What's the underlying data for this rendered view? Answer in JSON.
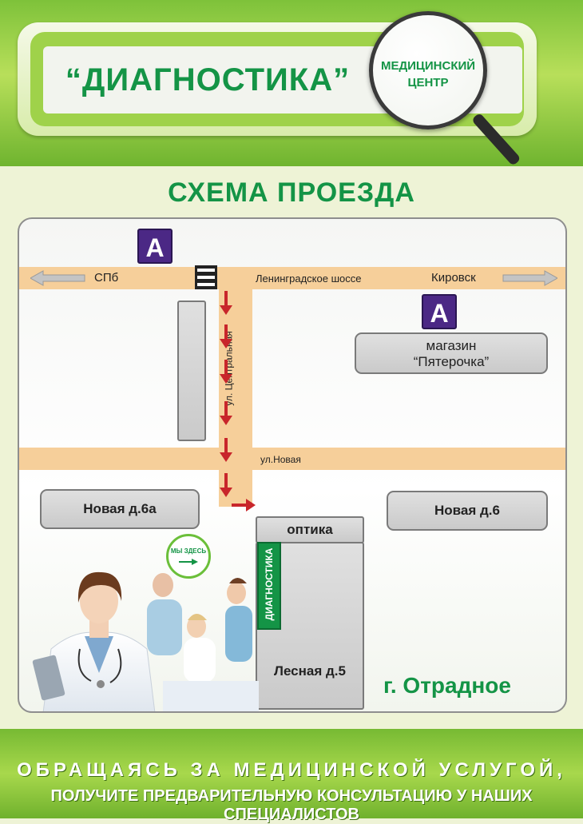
{
  "header": {
    "logo_title": "“ДИАГНОСТИКА”",
    "logo_subtitle_line1": "МЕДИЦИНСКИЙ",
    "logo_subtitle_line2": "ЦЕНТР"
  },
  "scheme_title": "СХЕМА ПРОЕЗДА",
  "map": {
    "roads": {
      "main_road_label": "Ленинградское шоссе",
      "central_street_label": "ул. Центральная",
      "new_street_label": "ул.Новая"
    },
    "directions": {
      "west": "СПб",
      "east": "Кировск"
    },
    "bus_stop_label": "A",
    "buildings": {
      "shop_line1": "магазин",
      "shop_line2": "“Пятерочка”",
      "house_6a": "Новая д.6а",
      "house_6": "Новая д.6",
      "optics": "оптика",
      "diagnostics": "ДИАГНОСТИКА",
      "lesnaya": "Лесная д.5"
    },
    "here_badge": "МЫ ЗДЕСЬ",
    "city": "г. Отрадное"
  },
  "footer": {
    "line1": "ОБРАЩАЯСЬ ЗА МЕДИЦИНСКОЙ УСЛУГОЙ,",
    "line2": "ПОЛУЧИТЕ ПРЕДВАРИТЕЛЬНУЮ КОНСУЛЬТАЦИЮ У НАШИХ СПЕЦИАЛИСТОВ"
  },
  "colors": {
    "brand_green": "#149446",
    "route_red": "#c8262b",
    "bus_purple": "#4b2885",
    "road_beige": "#f6cf9a"
  }
}
